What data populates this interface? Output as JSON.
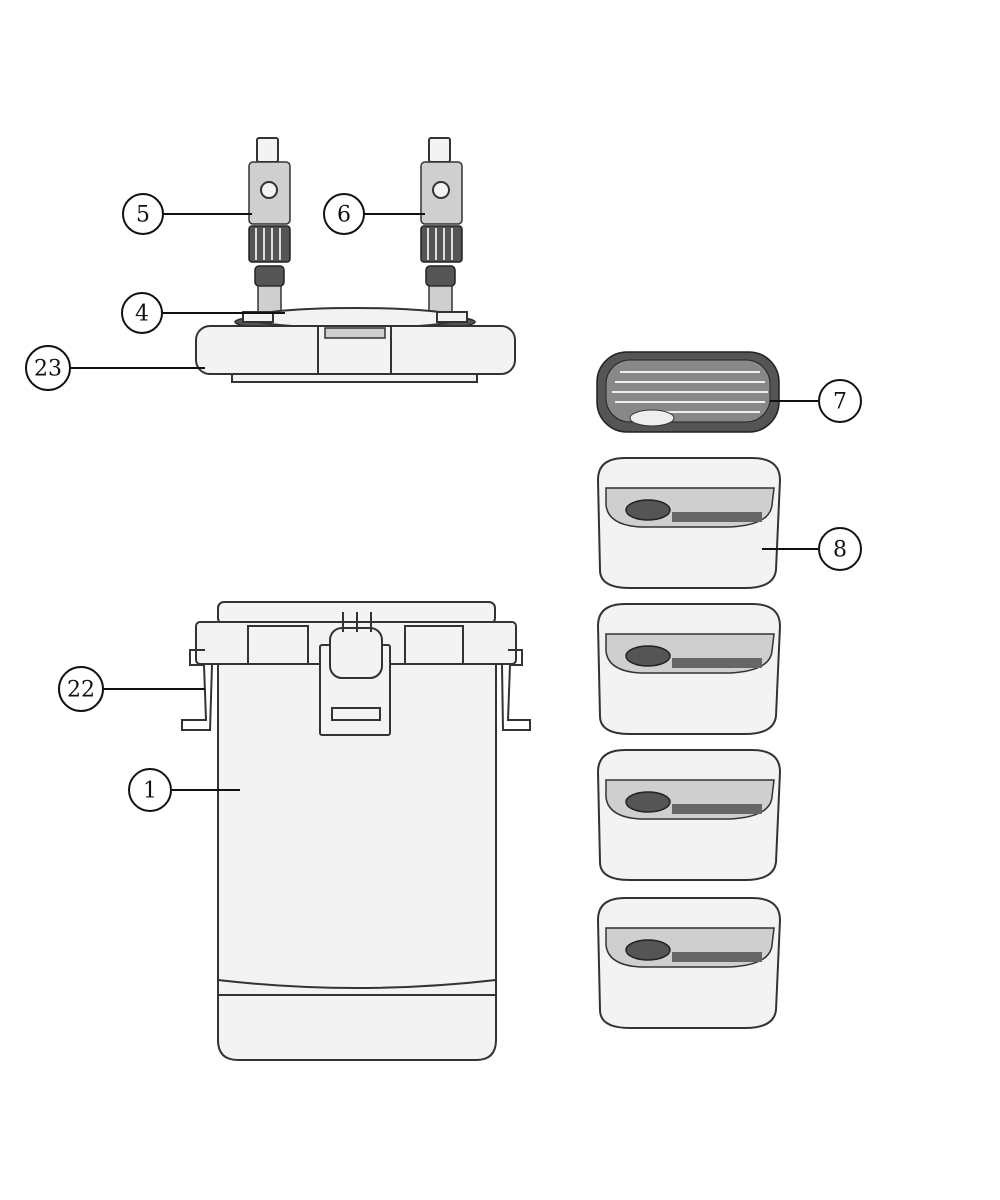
{
  "diagram": {
    "callouts": {
      "c5": "5",
      "c6": "6",
      "c4": "4",
      "c23": "23",
      "c7": "7",
      "c8": "8",
      "c22": "22",
      "c1": "1"
    }
  }
}
